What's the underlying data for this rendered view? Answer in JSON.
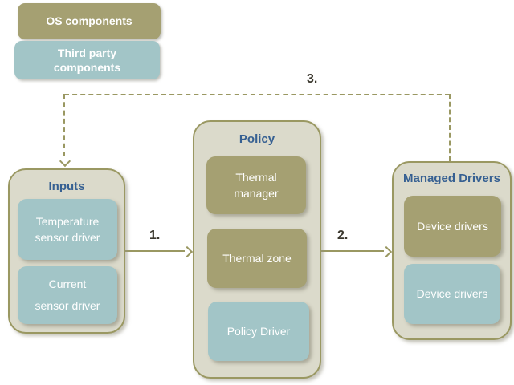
{
  "legend": {
    "items": [
      {
        "label": "OS components",
        "type": "os_component",
        "color": "#a5a072"
      },
      {
        "label": "Third party\ncomponents",
        "type": "third_party_component",
        "color": "#a2c5c7"
      }
    ]
  },
  "containers": {
    "inputs": {
      "title": "Inputs",
      "boxes": [
        {
          "label": "Temperature\nsensor driver",
          "type": "third_party_component"
        },
        {
          "label": "Current\nsensor driver",
          "type": "third_party_component"
        }
      ]
    },
    "policy": {
      "title": "Policy",
      "boxes": [
        {
          "label": "Thermal\nmanager",
          "type": "os_component"
        },
        {
          "label": "Thermal zone",
          "type": "os_component"
        },
        {
          "label": "Policy Driver",
          "type": "third_party_component"
        }
      ]
    },
    "managed_drivers": {
      "title": "Managed Drivers",
      "boxes": [
        {
          "label": "Device drivers",
          "type": "os_component"
        },
        {
          "label": "Device drivers",
          "type": "third_party_component"
        }
      ]
    }
  },
  "connectors": [
    {
      "label": "1.",
      "from": "inputs",
      "to": "policy",
      "style": "solid-arrow"
    },
    {
      "label": "2.",
      "from": "policy",
      "to": "managed_drivers",
      "style": "solid-arrow"
    },
    {
      "label": "3.",
      "from": "managed_drivers",
      "to": "inputs",
      "style": "dashed-arrow"
    }
  ],
  "colors": {
    "os_component": "#a5a072",
    "third_party_component": "#a2c5c7",
    "container_background": "#dbdacb",
    "line_and_border": "#9a9862",
    "section_title": "#366092",
    "connector_label": "#3b382e",
    "box_text": "#ffffff",
    "page_background": "#ffffff"
  }
}
